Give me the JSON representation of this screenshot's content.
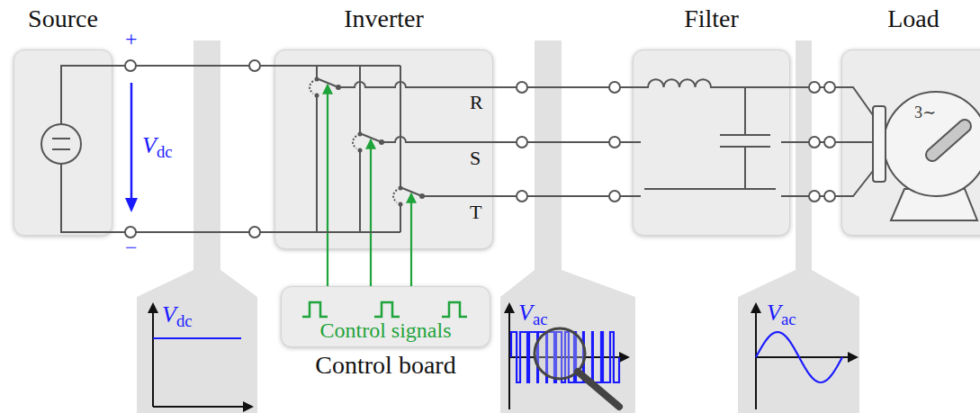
{
  "diagram": {
    "nodes": [
      {
        "text": [
          "Source"
        ]
      },
      {
        "text": [
          "Inverter"
        ]
      },
      {
        "text": [
          "Filter"
        ]
      },
      {
        "text": [
          "Load"
        ]
      },
      {
        "text": [
          "Control signals",
          "Control board"
        ]
      },
      {
        "text": [
          "Vdc"
        ]
      },
      {
        "text": [
          "Vac"
        ]
      },
      {
        "text": [
          "Vac"
        ]
      }
    ],
    "edges": [
      {
        "from": 0,
        "to": 1,
        "arrow": "none"
      },
      {
        "from": 0,
        "to": 1,
        "arrow": "none"
      },
      {
        "from": 1,
        "to": 2,
        "arrow": "none"
      },
      {
        "from": 1,
        "to": 2,
        "arrow": "none"
      },
      {
        "from": 1,
        "to": 2,
        "arrow": "none"
      },
      {
        "from": 2,
        "to": 3,
        "arrow": "none"
      },
      {
        "from": 2,
        "to": 3,
        "arrow": "none"
      },
      {
        "from": 2,
        "to": 3,
        "arrow": "none"
      },
      {
        "from": 4,
        "to": 1,
        "arrow": "to"
      },
      {
        "from": 4,
        "to": 1,
        "arrow": "to"
      },
      {
        "from": 4,
        "to": 1,
        "arrow": "to"
      }
    ],
    "labels": [
      "+",
      "−",
      "Vdc",
      "R",
      "S",
      "T",
      "3∼"
    ]
  }
}
